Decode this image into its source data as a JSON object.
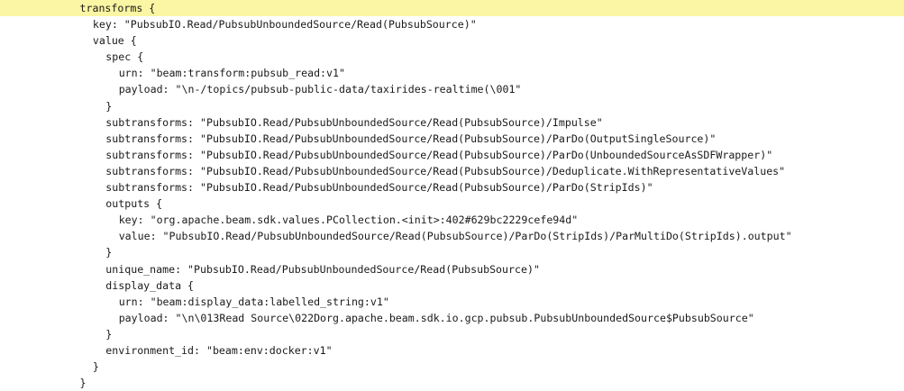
{
  "editor": {
    "highlight_color": "#fbf6a3",
    "lines": [
      {
        "indent": 0,
        "text": "transforms {",
        "highlight": true
      },
      {
        "indent": 1,
        "text": "key: \"PubsubIO.Read/PubsubUnboundedSource/Read(PubsubSource)\""
      },
      {
        "indent": 1,
        "text": "value {"
      },
      {
        "indent": 2,
        "text": "spec {"
      },
      {
        "indent": 3,
        "text": "urn: \"beam:transform:pubsub_read:v1\""
      },
      {
        "indent": 3,
        "text": "payload: \"\\n-/topics/pubsub-public-data/taxirides-realtime(\\001\""
      },
      {
        "indent": 2,
        "text": "}"
      },
      {
        "indent": 2,
        "text": "subtransforms: \"PubsubIO.Read/PubsubUnboundedSource/Read(PubsubSource)/Impulse\""
      },
      {
        "indent": 2,
        "text": "subtransforms: \"PubsubIO.Read/PubsubUnboundedSource/Read(PubsubSource)/ParDo(OutputSingleSource)\""
      },
      {
        "indent": 2,
        "text": "subtransforms: \"PubsubIO.Read/PubsubUnboundedSource/Read(PubsubSource)/ParDo(UnboundedSourceAsSDFWrapper)\""
      },
      {
        "indent": 2,
        "text": "subtransforms: \"PubsubIO.Read/PubsubUnboundedSource/Read(PubsubSource)/Deduplicate.WithRepresentativeValues\""
      },
      {
        "indent": 2,
        "text": "subtransforms: \"PubsubIO.Read/PubsubUnboundedSource/Read(PubsubSource)/ParDo(StripIds)\""
      },
      {
        "indent": 2,
        "text": "outputs {"
      },
      {
        "indent": 3,
        "text": "key: \"org.apache.beam.sdk.values.PCollection.<init>:402#629bc2229cefe94d\""
      },
      {
        "indent": 3,
        "text": "value: \"PubsubIO.Read/PubsubUnboundedSource/Read(PubsubSource)/ParDo(StripIds)/ParMultiDo(StripIds).output\""
      },
      {
        "indent": 2,
        "text": "}"
      },
      {
        "indent": 2,
        "text": "unique_name: \"PubsubIO.Read/PubsubUnboundedSource/Read(PubsubSource)\""
      },
      {
        "indent": 2,
        "text": "display_data {"
      },
      {
        "indent": 3,
        "text": "urn: \"beam:display_data:labelled_string:v1\""
      },
      {
        "indent": 3,
        "text": "payload: \"\\n\\013Read Source\\022Dorg.apache.beam.sdk.io.gcp.pubsub.PubsubUnboundedSource$PubsubSource\""
      },
      {
        "indent": 2,
        "text": "}"
      },
      {
        "indent": 2,
        "text": "environment_id: \"beam:env:docker:v1\""
      },
      {
        "indent": 1,
        "text": "}"
      },
      {
        "indent": 0,
        "text": "}"
      }
    ]
  }
}
